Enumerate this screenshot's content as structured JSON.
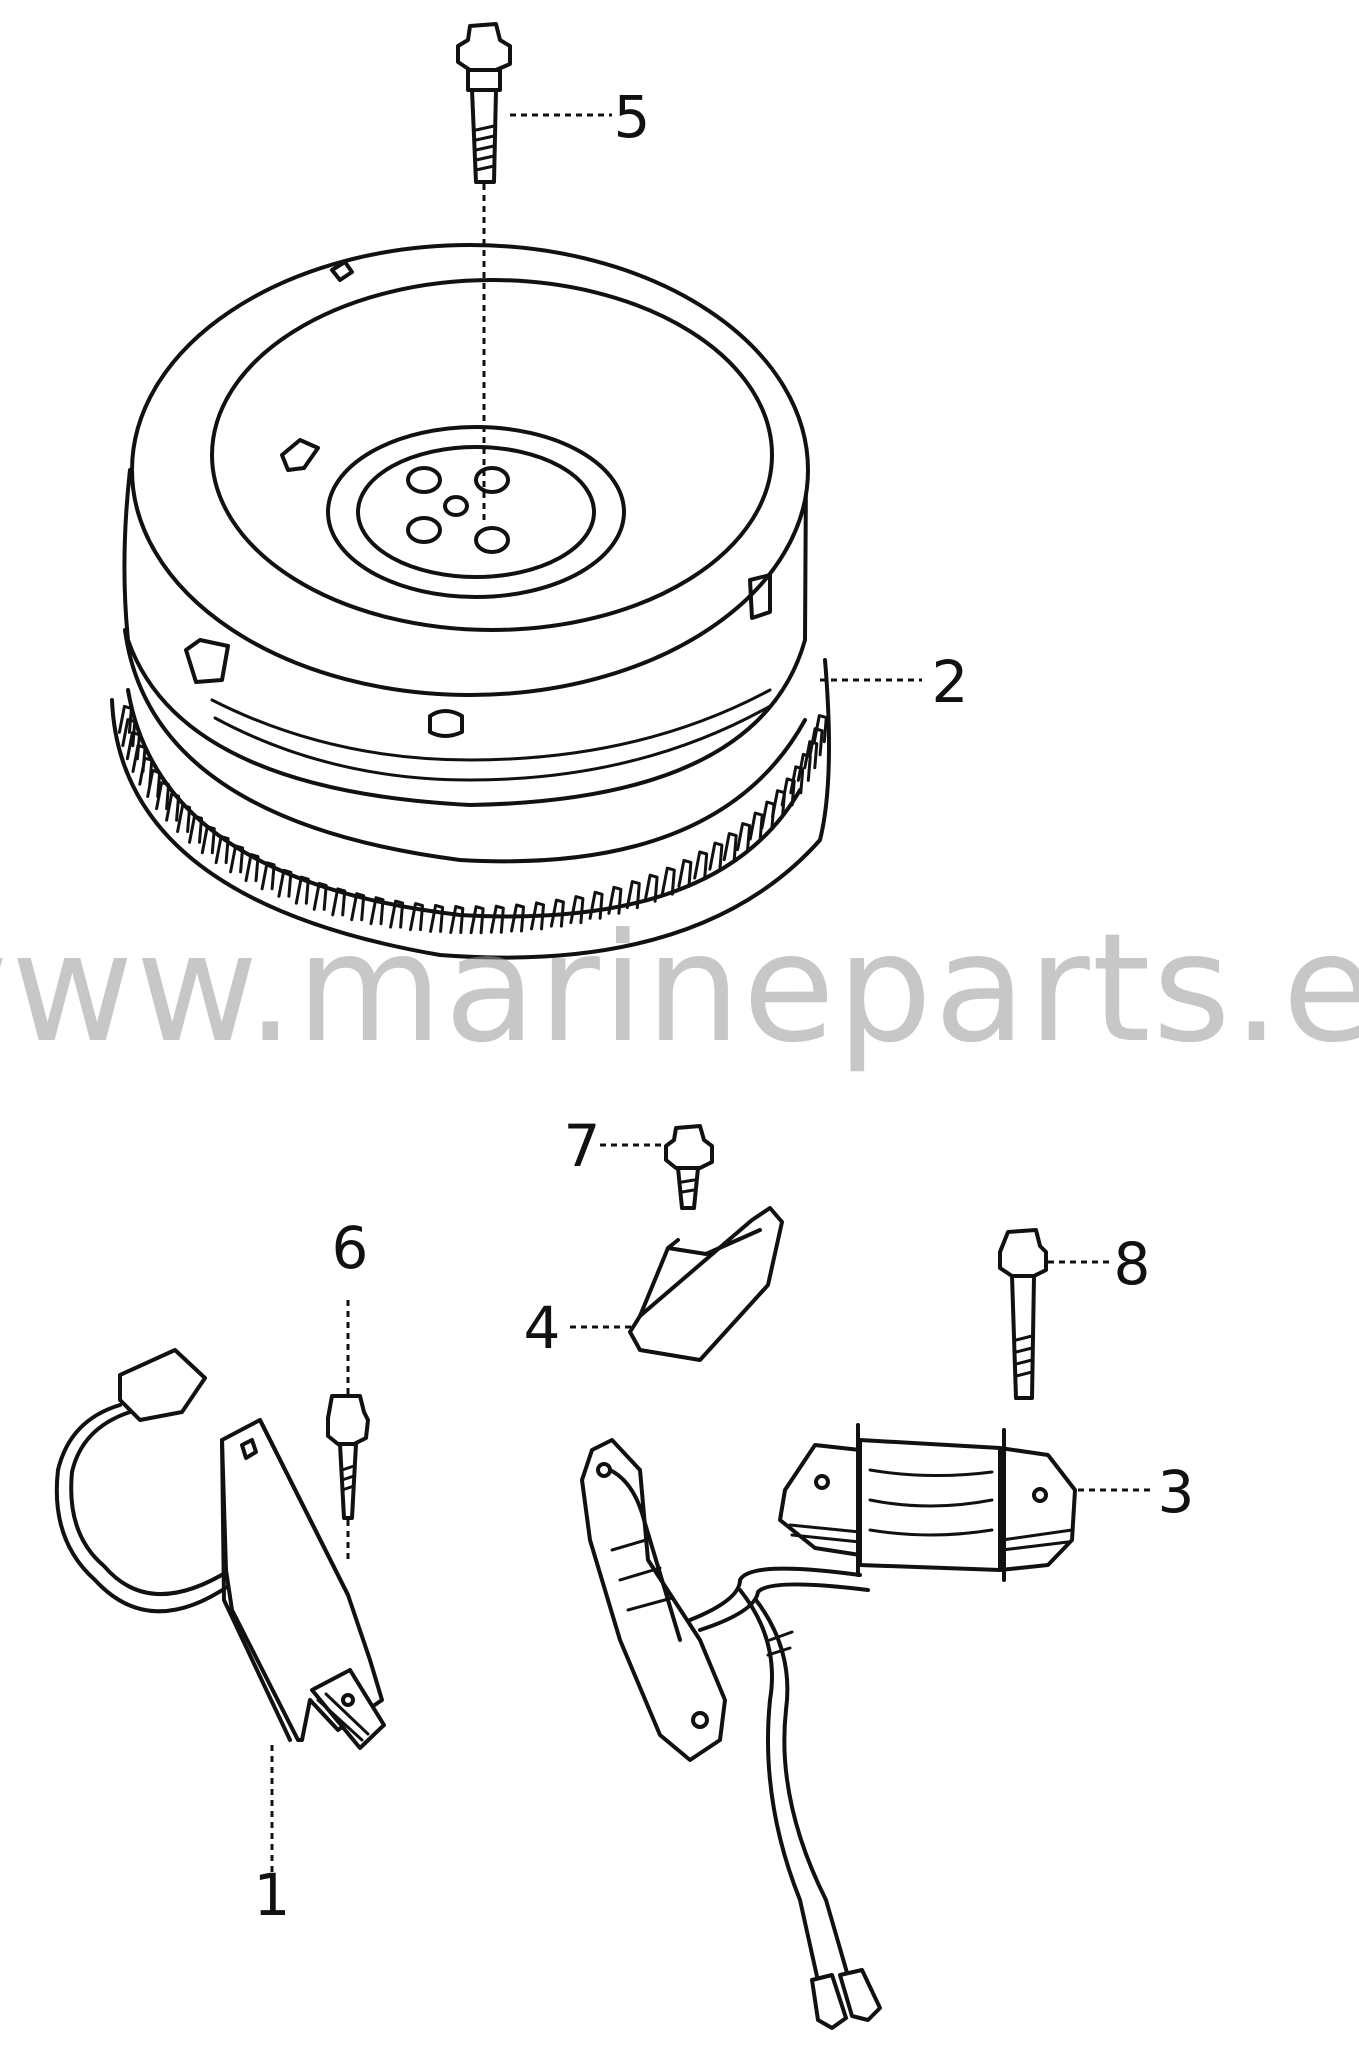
{
  "diagram": {
    "watermark": "www.marineparts.eu",
    "callouts": [
      {
        "id": "1",
        "label": "1"
      },
      {
        "id": "2",
        "label": "2"
      },
      {
        "id": "3",
        "label": "3"
      },
      {
        "id": "4",
        "label": "4"
      },
      {
        "id": "5",
        "label": "5"
      },
      {
        "id": "6",
        "label": "6"
      },
      {
        "id": "7",
        "label": "7"
      },
      {
        "id": "8",
        "label": "8"
      }
    ]
  }
}
